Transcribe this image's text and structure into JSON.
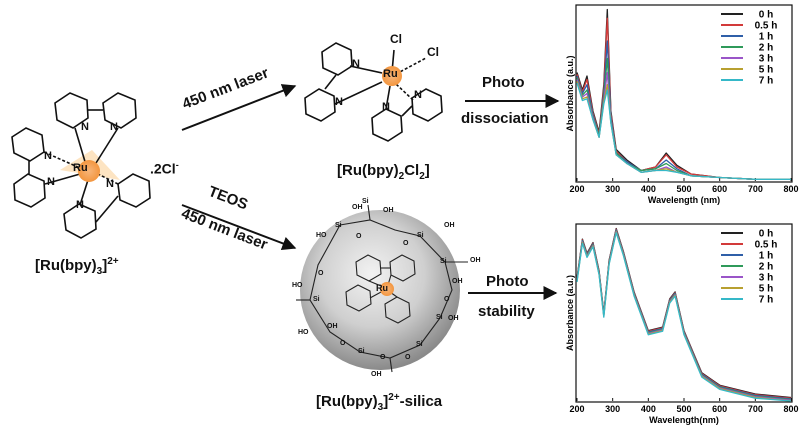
{
  "structures": {
    "left_charge": ".2Cl",
    "left_charge_sup": "-",
    "left_name_main": "[Ru(bpy)",
    "left_name_sub": "3",
    "left_name_tail": "]",
    "left_name_sup": "2+",
    "top_name_main": "[Ru(bpy)",
    "top_name_sub": "2",
    "top_name_mid": "Cl",
    "top_name_sub2": "2",
    "top_name_tail": "]",
    "bottom_name_main": "[Ru(bpy)",
    "bottom_name_sub": "3",
    "bottom_name_tail": "]",
    "bottom_name_sup": "2+",
    "bottom_name_suffix": "-silica",
    "metal_label": "Ru",
    "n_label": "N",
    "cl_label": "Cl",
    "si_label": "Si",
    "o_label": "O",
    "oh_label": "OH",
    "ho_label": "HO"
  },
  "arrows": {
    "top_reagent": "450 nm laser",
    "bottom_reagent_1": "TEOS",
    "bottom_reagent_2": "450 nm laser",
    "top_process_1": "Photo",
    "top_process_2": "dissociation",
    "bottom_process_1": "Photo",
    "bottom_process_2": "stability"
  },
  "chart_data": [
    {
      "type": "line",
      "xlabel": "Wavelength (nm)",
      "ylabel": "Absorbance (a.u.)",
      "xlim": [
        200,
        800
      ],
      "xticks": [
        200,
        300,
        400,
        500,
        600,
        700,
        800
      ],
      "series": [
        {
          "name": "0 h",
          "color": "#222222"
        },
        {
          "name": "0.5 h",
          "color": "#d23a3a"
        },
        {
          "name": "1 h",
          "color": "#2f5fa8"
        },
        {
          "name": "2 h",
          "color": "#2f9a5a"
        },
        {
          "name": "3 h",
          "color": "#9a55c8"
        },
        {
          "name": "5 h",
          "color": "#b8a030"
        },
        {
          "name": "7 h",
          "color": "#35b8c8"
        }
      ],
      "x": [
        200,
        215,
        228,
        245,
        262,
        275,
        285,
        295,
        310,
        340,
        380,
        420,
        450,
        480,
        520,
        600,
        700,
        800
      ],
      "curves": [
        [
          0.62,
          0.52,
          0.6,
          0.4,
          0.28,
          0.55,
          0.98,
          0.4,
          0.18,
          0.12,
          0.06,
          0.08,
          0.16,
          0.09,
          0.04,
          0.02,
          0.01,
          0.01
        ],
        [
          0.61,
          0.51,
          0.58,
          0.39,
          0.27,
          0.53,
          0.93,
          0.39,
          0.17,
          0.11,
          0.06,
          0.08,
          0.15,
          0.08,
          0.04,
          0.02,
          0.01,
          0.01
        ],
        [
          0.6,
          0.5,
          0.55,
          0.38,
          0.26,
          0.5,
          0.8,
          0.37,
          0.16,
          0.11,
          0.06,
          0.07,
          0.12,
          0.07,
          0.03,
          0.02,
          0.01,
          0.01
        ],
        [
          0.59,
          0.49,
          0.52,
          0.37,
          0.26,
          0.48,
          0.7,
          0.35,
          0.16,
          0.1,
          0.06,
          0.07,
          0.1,
          0.06,
          0.03,
          0.02,
          0.01,
          0.01
        ],
        [
          0.58,
          0.48,
          0.5,
          0.36,
          0.25,
          0.46,
          0.62,
          0.34,
          0.15,
          0.1,
          0.05,
          0.06,
          0.08,
          0.05,
          0.03,
          0.02,
          0.01,
          0.01
        ],
        [
          0.57,
          0.47,
          0.48,
          0.35,
          0.25,
          0.45,
          0.55,
          0.33,
          0.15,
          0.1,
          0.05,
          0.06,
          0.07,
          0.05,
          0.03,
          0.02,
          0.01,
          0.01
        ],
        [
          0.56,
          0.46,
          0.47,
          0.35,
          0.25,
          0.44,
          0.52,
          0.33,
          0.15,
          0.1,
          0.05,
          0.06,
          0.06,
          0.05,
          0.03,
          0.02,
          0.01,
          0.01
        ]
      ]
    },
    {
      "type": "line",
      "xlabel": "Wavelength(nm)",
      "ylabel": "Absorbance (a.u.)",
      "xlim": [
        200,
        800
      ],
      "xticks": [
        200,
        300,
        400,
        500,
        600,
        700,
        800
      ],
      "series": [
        {
          "name": "0 h",
          "color": "#222222"
        },
        {
          "name": "0.5 h",
          "color": "#d23a3a"
        },
        {
          "name": "1 h",
          "color": "#2f5fa8"
        },
        {
          "name": "2 h",
          "color": "#2f9a5a"
        },
        {
          "name": "3 h",
          "color": "#9a55c8"
        },
        {
          "name": "5 h",
          "color": "#b8a030"
        },
        {
          "name": "7 h",
          "color": "#35b8c8"
        }
      ],
      "x": [
        200,
        215,
        228,
        245,
        262,
        275,
        290,
        310,
        330,
        360,
        400,
        440,
        460,
        475,
        500,
        550,
        600,
        700,
        800
      ],
      "curves": [
        [
          0.7,
          0.92,
          0.84,
          0.9,
          0.74,
          0.5,
          0.8,
          0.98,
          0.85,
          0.62,
          0.4,
          0.42,
          0.58,
          0.62,
          0.4,
          0.16,
          0.09,
          0.04,
          0.02
        ]
      ]
    }
  ]
}
